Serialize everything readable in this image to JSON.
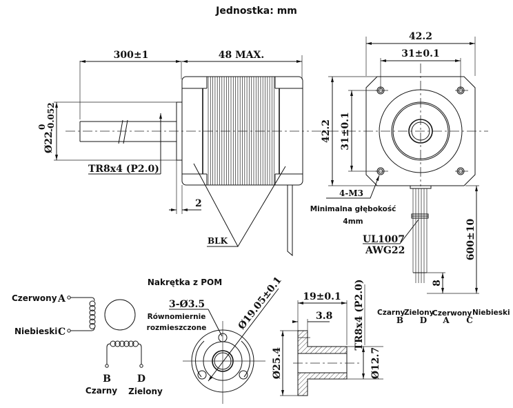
{
  "title": "Jednostka: mm",
  "side_view": {
    "cable_length": "300±1",
    "body_length": "48 MAX.",
    "boss_diameter_main": "Ø22",
    "boss_tol_upper": "0",
    "boss_tol_lower": "-0.052",
    "thread": "TR8x4 (P2.0)",
    "boss_height": "2",
    "label_blk": "BLK"
  },
  "front_view": {
    "width": "42.2",
    "hole_spacing_h": "31±0.1",
    "height": "42.2",
    "hole_spacing_v": "31±0.1",
    "mount_holes": "4-M3",
    "min_depth_line1": "Minimalna głębokość",
    "min_depth_line2": "4mm",
    "wire_type_1": "UL1007",
    "wire_type_2": "AWG22",
    "lead_length": "600±10",
    "strip_length": "8"
  },
  "wiring": {
    "red": {
      "name": "Czerwony",
      "letter": "A"
    },
    "blue": {
      "name": "Niebieski",
      "letter": "C"
    },
    "black": {
      "name": "Czarny",
      "letter": "B"
    },
    "green": {
      "name": "Zielony",
      "letter": "D"
    }
  },
  "color_table": [
    {
      "name": "Czarny",
      "letter": "B"
    },
    {
      "name": "Zielony",
      "letter": "D"
    },
    {
      "name": "Czerwony",
      "letter": "A"
    },
    {
      "name": "Niebieski",
      "letter": "C"
    }
  ],
  "nut": {
    "title": "Nakrętka z POM",
    "holes": "3-Ø3.5",
    "holes_note_1": "Równomiernie",
    "holes_note_2": "rozmieszczone",
    "pitch_circle": "Ø19.05±0.1",
    "flange_dia": "Ø25.4",
    "length": "19±0.1",
    "flange_thickness": "3.8",
    "thread": "TR8x4 (P2.0)",
    "body_dia": "Ø12.7"
  }
}
